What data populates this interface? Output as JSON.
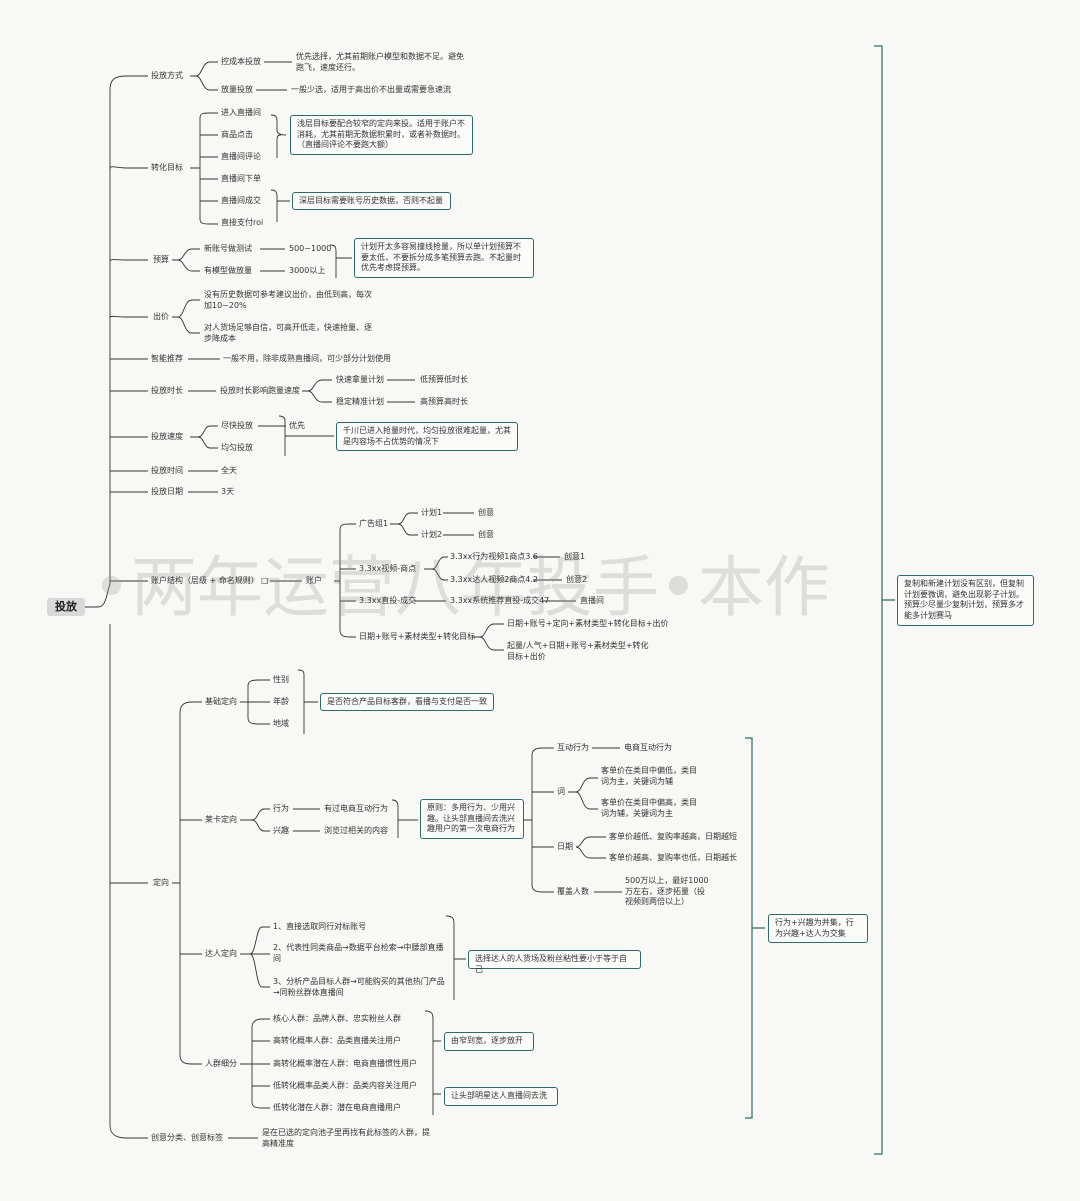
{
  "root": "投放",
  "watermark": "•两年运营八年投手•本作",
  "branches": {
    "fangshi": {
      "label": "投放方式",
      "chengben": {
        "label": "控成本投放",
        "desc": "优先选择，尤其前期账户模型和数据不足。避免跑飞，速度还行。"
      },
      "fangliang": {
        "label": "放量投放",
        "desc": "一般少选，适用于高出价不出量或需要急速流"
      }
    },
    "zhuanhua": {
      "label": "转化目标",
      "items": [
        "进入直播间",
        "商品点击",
        "直播间评论",
        "直播间下单",
        "直播间成交",
        "直接支付roi"
      ],
      "note1": "浅层目标要配合较窄的定向来投。适用于账户不消耗，尤其前期无数据积累时，或者补数据时。（直播间评论不要跑大额）",
      "note2": "深层目标需要账号历史数据，否则不起量"
    },
    "yusuan": {
      "label": "预算",
      "a": {
        "label": "新账号做测试",
        "value": "500~1000"
      },
      "b": {
        "label": "有模型做放量",
        "value": "3000以上"
      },
      "note": "计划开太多容易撞线抢量，所以单计划预算不要太低，不要拆分成多笔预算去跑。不起量时优先考虑提预算。"
    },
    "chujia": {
      "label": "出价",
      "a": "没有历史数据可参考建议出价，由低到高，每次加10~20%",
      "b": "对人货场足够自信，可高开低走，快速抢量、逐步降成本"
    },
    "zhineng": {
      "label": "智能推荐",
      "desc": "一般不用，除非成熟直播间，可少部分计划使用"
    },
    "shichang": {
      "label": "投放时长",
      "desc": "投放时长影响跑量速度",
      "a": {
        "label": "快速拿量计划",
        "value": "低预算低时长"
      },
      "b": {
        "label": "稳定精准计划",
        "value": "高预算高时长"
      }
    },
    "sudu": {
      "label": "投放速度",
      "a": {
        "label": "尽快投放",
        "value": "优先"
      },
      "b": "均匀投放",
      "note": "千川已进入抢量时代，均匀投放很难起量，尤其是内容场不占优势的情况下"
    },
    "shijian": {
      "label": "投放时间",
      "value": "全天"
    },
    "riqi": {
      "label": "投放日期",
      "value": "3天"
    },
    "zhanghu": {
      "label": "账户结构（层级 + 命名规则）",
      "icon": "□",
      "account": "账户",
      "group": {
        "label": "广告组1",
        "plans": [
          {
            "label": "计划1",
            "creative": "创意"
          },
          {
            "label": "计划2",
            "creative": "创意"
          }
        ]
      },
      "video": {
        "label": "3.3xx视频-商点",
        "items": [
          {
            "label": "3.3xx行为视频1商点3.6",
            "creative": "创意1"
          },
          {
            "label": "3.3xx达人视频2商点4.2",
            "creative": "创意2"
          }
        ]
      },
      "zhitou": {
        "label": "3.3xx直投-成交",
        "plan": "3.3xx系统推荐直投-成交47",
        "value": "直播间"
      },
      "naming": {
        "label": "日期+账号+素材类型+转化目标",
        "a": "日期+账号+定向+素材类型+转化目标+出价",
        "b": "起量/人气+日期+账号+素材类型+转化目标+出价"
      }
    },
    "dingxiang": {
      "label": "定向",
      "jichu": {
        "label": "基础定向",
        "items": [
          "性别",
          "年龄",
          "地域"
        ],
        "note": "是否符合产品目标客群，看播与支付是否一致"
      },
      "laika": {
        "label": "莱卡定向",
        "xingwei": {
          "label": "行为",
          "desc": "有过电商互动行为"
        },
        "xingqu": {
          "label": "兴趣",
          "desc": "浏览过相关的内容"
        },
        "principle": "原则：多用行为、少用兴趣。让头部直播间去洗兴趣用户的第一次电商行为",
        "hudong": {
          "label": "互动行为",
          "value": "电商互动行为"
        },
        "ci": {
          "label": "词",
          "a": "客单价在类目中偏低，类目词为主，关键词为辅",
          "b": "客单价在类目中偏高，类目词为辅，关键词为主"
        },
        "rq": {
          "label": "日期",
          "a": "客单价越低、复购率越高，日期越短",
          "b": "客单价越高、复购率也低，日期越长"
        },
        "fugai": {
          "label": "覆盖人数",
          "value": "500万以上，最好1000万左右，逐步拓量（投视频则两倍以上）"
        }
      },
      "daren": {
        "label": "达人定向",
        "a": "1、直接选取同行对标账号",
        "b": "2、代表性同类商品→数据平台检索→中腰部直播间",
        "c": "3、分析产品目标人群→可能购买的其他热门产品→同粉丝群体直播间",
        "note": "选择达人的人货场及粉丝粘性要小于等于自己"
      },
      "renqun": {
        "label": "人群细分",
        "items": [
          "核心人群：品牌人群、忠实粉丝人群",
          "高转化概率人群：品类直播关注用户",
          "高转化概率潜在人群：电商直播惯性用户",
          "低转化概率品类人群：品类内容关注用户",
          "低转化潜在人群：潜在电商直播用户"
        ],
        "note1": "由窄到宽，逐步放开",
        "note2": "让头部明星达人直播间去洗"
      },
      "note": "行为+兴趣为并集，行为兴趣+达人为交集"
    },
    "chuangyi": {
      "label": "创意分类、创意标签",
      "desc": "是在已选的定向池子里再找有此标签的人群，提高精准度"
    }
  },
  "summary_note": "复制和新建计划没有区别，但复制计划要微调，避免出现影子计划。预算少尽量少复制计划，预算多才能多计划赛马"
}
